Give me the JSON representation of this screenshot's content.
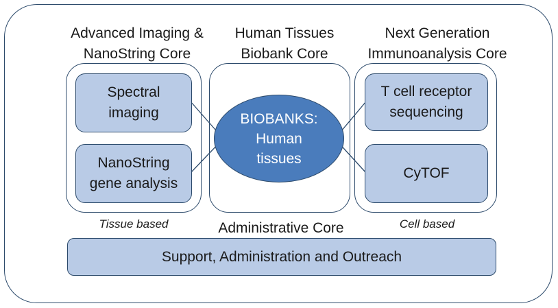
{
  "labels": {
    "left_core": "Advanced Imaging &\nNanoString Core",
    "center_core": "Human Tissues\nBiobank Core",
    "right_core": "Next Generation\nImmunoanalysis Core",
    "tissue_based": "Tissue based",
    "cell_based": "Cell based",
    "admin_core": "Administrative Core"
  },
  "items": {
    "spectral": "Spectral\nimaging",
    "nanostring": "NanoString\ngene analysis",
    "tcell": "T cell receptor\nsequencing",
    "cytof": "CyTOF"
  },
  "center": {
    "biobanks": "BIOBANKS:\nHuman\ntissues"
  },
  "bar": {
    "support": "Support, Administration and Outreach"
  },
  "colors": {
    "outline": "#2c4a6b",
    "item_fill": "#b9cbe6",
    "ellipse_fill": "#4a7cbc"
  }
}
